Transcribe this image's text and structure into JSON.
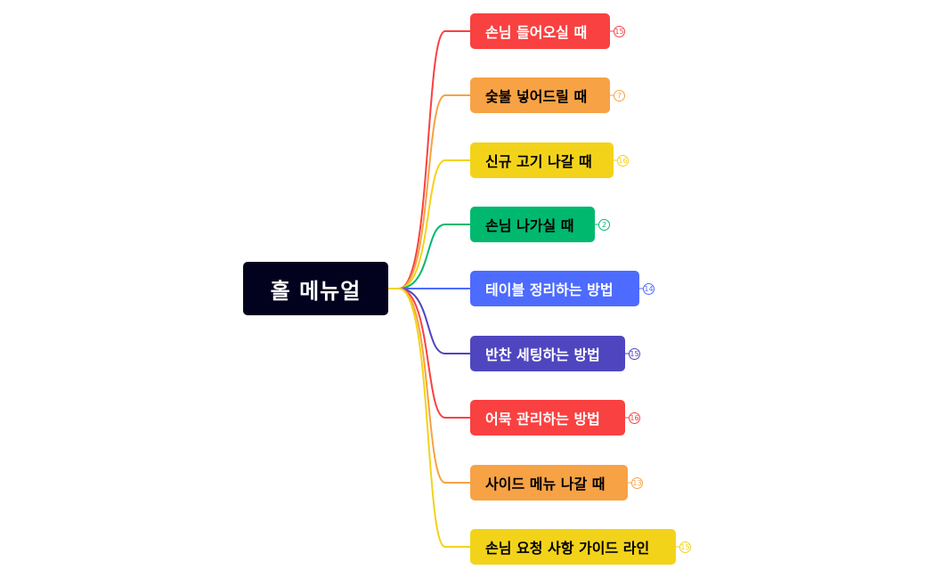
{
  "root": {
    "label": "홀 메뉴얼",
    "color": "#02021e"
  },
  "branches": [
    {
      "label": "손님 들어오실 때",
      "count": "15",
      "color": "#f94141",
      "text_color": "#ffffff"
    },
    {
      "label": "숯불 넣어드릴 때",
      "count": "7",
      "color": "#f7a245",
      "text_color": "#000000"
    },
    {
      "label": "신규 고기 나갈 때",
      "count": "16",
      "color": "#f3d31a",
      "text_color": "#000000"
    },
    {
      "label": "손님 나가실 때",
      "count": "2",
      "color": "#00b86e",
      "text_color": "#000000"
    },
    {
      "label": "테이블 정리하는 방법",
      "count": "14",
      "color": "#4d6bfe",
      "text_color": "#ffffff"
    },
    {
      "label": "반찬 세팅하는 방법",
      "count": "15",
      "color": "#4f46bf",
      "text_color": "#ffffff"
    },
    {
      "label": "어묵 관리하는 방법",
      "count": "16",
      "color": "#f94141",
      "text_color": "#ffffff"
    },
    {
      "label": "사이드 메뉴 나갈 때",
      "count": "13",
      "color": "#f7a245",
      "text_color": "#000000"
    },
    {
      "label": "손님 요청 사항 가이드 라인",
      "count": "15",
      "color": "#f3d31a",
      "text_color": "#000000"
    }
  ]
}
